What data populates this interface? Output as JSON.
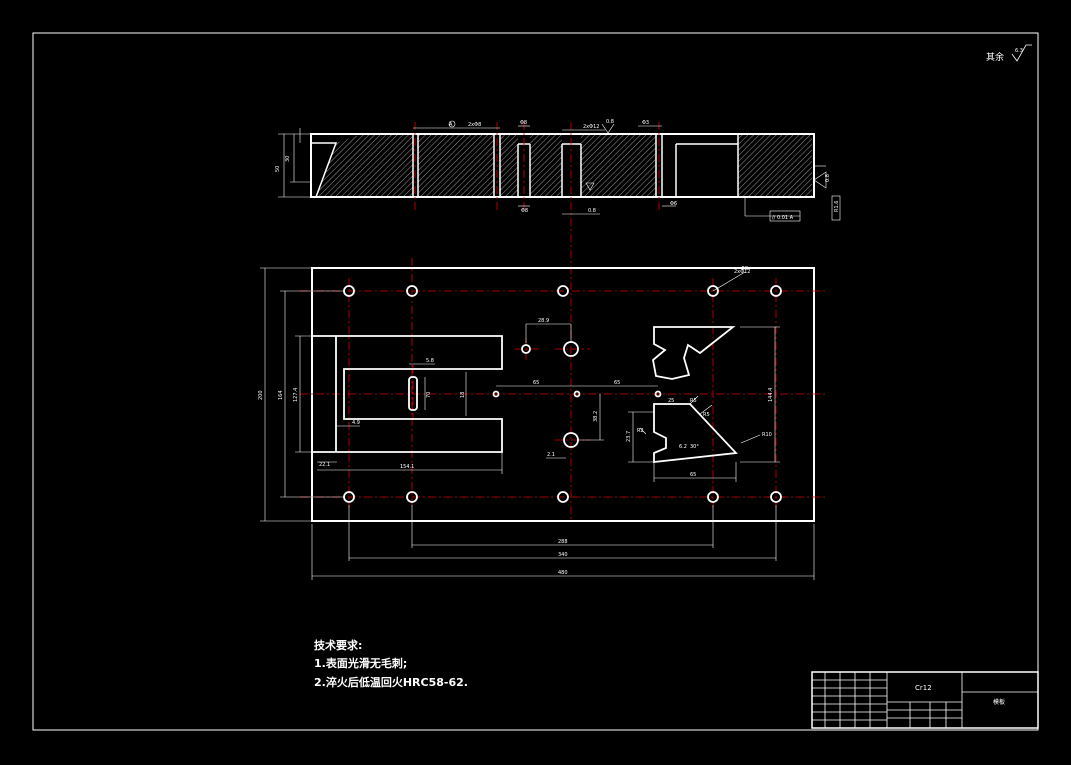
{
  "roughness": {
    "label": "其余",
    "value": "6.3"
  },
  "tech_requirements": {
    "title": "技术要求:",
    "items": [
      "1.表面光滑无毛刺;",
      "2.淬火后低温回火HRC58-62."
    ]
  },
  "title_block": {
    "material": "Cr12",
    "drawing_name": "模板"
  },
  "section_view": {
    "dims": {
      "total_h": "50",
      "inner_h": "30",
      "hole_a": "2xΦ8",
      "hole_b": "Φ8",
      "hole_c": "2xΦ12",
      "hole_d": "Φ3",
      "rough_a": "0.8",
      "rough_b": "0.8",
      "tol_a": "Φ8",
      "tol_b": "Φ6",
      "datum": "A",
      "gdt": "// 0.01 A",
      "side": "0.8",
      "side2": "R1.6"
    }
  },
  "plan_view": {
    "dims": {
      "width_total": "480",
      "width_holes": "340",
      "width_inner": "288",
      "height_total": "200",
      "height_holes": "164",
      "height_slot": "127.4",
      "height_cut": "144.4",
      "slot_len": "154.1",
      "slot_w": "5.8",
      "slot_gap": "4.9",
      "slot_left": "22.1",
      "slot_h": "70",
      "slot_mid": "18",
      "off_65a": "65",
      "off_65b": "65",
      "hole_sp": "28.9",
      "hole_y": "38.2",
      "hole_x": "2.1",
      "cut_w": "65",
      "cut_h": "23.7",
      "r1": "R2",
      "r2": "R5",
      "r3": "R5",
      "r4": "R10",
      "a1": "30°",
      "a2": "6.2",
      "t1": "2xΦ12",
      "t2": "Φ8",
      "b1": "25"
    }
  }
}
